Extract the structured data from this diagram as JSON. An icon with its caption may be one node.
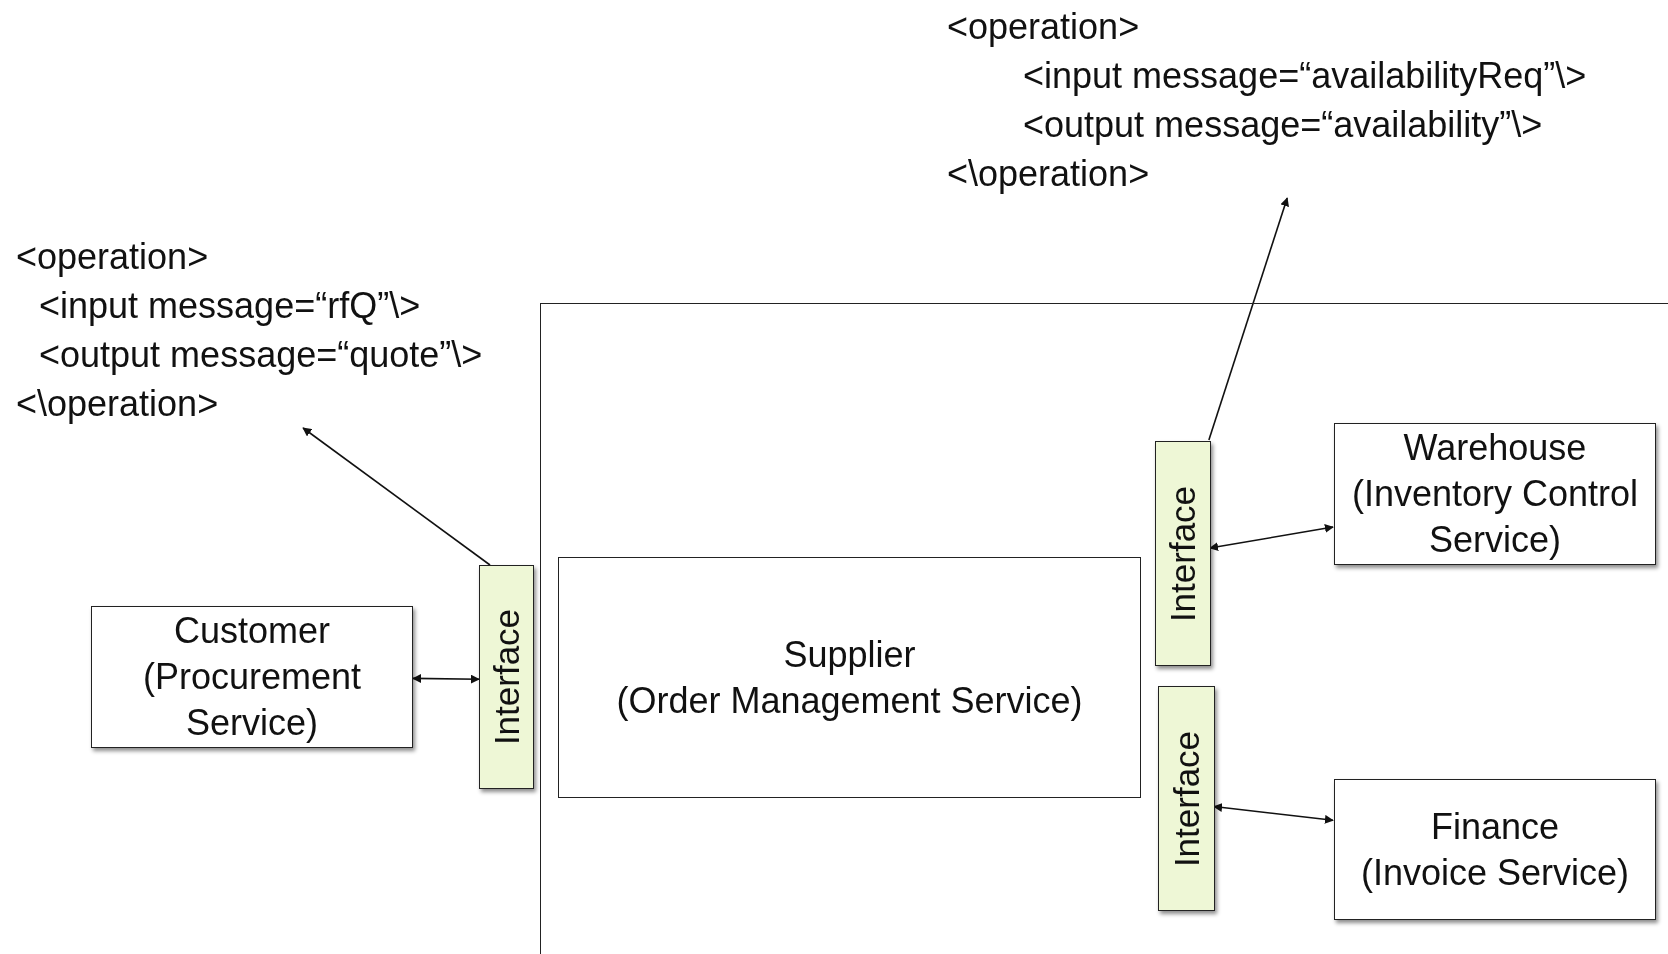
{
  "diagram": {
    "nodes": [
      {
        "text": [
          "<operation>",
          "<input message=“rfQ”\\>",
          "<output message=“quote”\\>",
          "<\\operation>"
        ]
      },
      {
        "text": [
          "<operation>",
          "<input message=“availabilityReq”\\>",
          "<output message=“availability”\\>",
          "<\\operation>"
        ]
      },
      {
        "text": [],
        "shape": "box"
      },
      {
        "text": [
          "Customer",
          "(Procurement Service)"
        ]
      },
      {
        "text": [
          "Interface"
        ]
      },
      {
        "text": [
          "Supplier",
          "(Order Management Service)"
        ],
        "in": 2
      },
      {
        "text": [
          "Interface"
        ],
        "in": 2
      },
      {
        "text": [
          "Interface"
        ],
        "in": 2
      },
      {
        "text": [
          "Warehouse",
          "(Inventory Control Service)"
        ],
        "in": 2
      },
      {
        "text": [
          "Finance",
          "(Invoice Service)"
        ],
        "in": 2
      }
    ],
    "edges": [
      {
        "from": 4,
        "to": 0,
        "arrow": "to"
      },
      {
        "from": 6,
        "to": 1,
        "arrow": "to"
      },
      {
        "from": 3,
        "to": 4,
        "arrow": "both"
      },
      {
        "from": 6,
        "to": 8,
        "arrow": "both"
      },
      {
        "from": 7,
        "to": 9,
        "arrow": "both"
      }
    ]
  }
}
